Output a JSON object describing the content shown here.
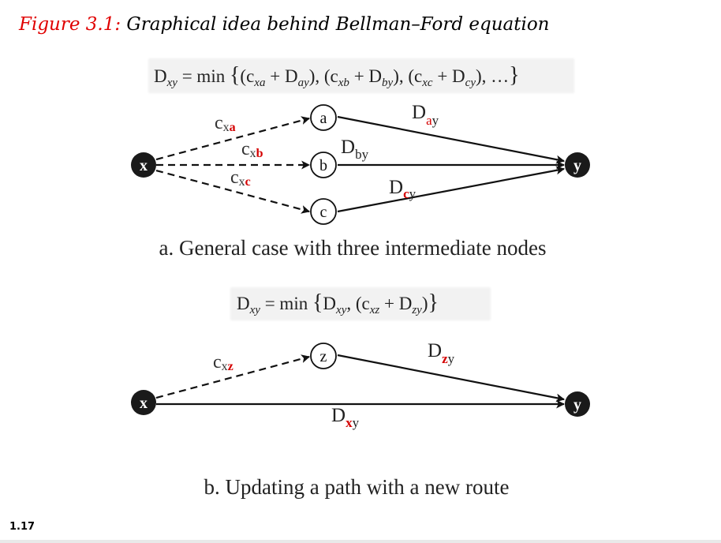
{
  "title": {
    "figure_label": "Figure 3.1:",
    "text": " Graphical idea behind Bellman–Ford equation"
  },
  "slide_number": "1.17",
  "diagram_a": {
    "equation": {
      "D": "D",
      "D_sub": "xy",
      "eq_min": " = min ",
      "t1_c_sub": "xa",
      "t1_D_sub": "ay",
      "t2_c_sub": "xb",
      "t2_D_sub": "by",
      "t3_c_sub": "xc",
      "t3_D_sub": "cy",
      "ellipsis": "…"
    },
    "source": "x",
    "target": "y",
    "nodes": [
      "a",
      "b",
      "c"
    ],
    "edge_labels": {
      "cxa_main": "c",
      "cxa_x": "x",
      "cxa_r": "a",
      "cxb_main": "c",
      "cxb_x": "x",
      "cxb_r": "b",
      "cxc_main": "c",
      "cxc_x": "x",
      "cxc_r": "c",
      "day_main": "D",
      "day_r": "a",
      "day_y": "y",
      "dby_main": "D",
      "dby_r": "b",
      "dby_y": "y",
      "dcy_main": "D",
      "dcy_r": "c",
      "dcy_y": "y"
    },
    "caption": "a. General case with three intermediate nodes"
  },
  "diagram_b": {
    "equation": {
      "D": "D",
      "D_sub": "xy",
      "eq_min": " = min ",
      "t1_D_sub": "xy",
      "t2_c_sub": "xz",
      "t2_D_sub": "zy"
    },
    "source": "x",
    "target": "y",
    "node": "z",
    "edge_labels": {
      "cxz_main": "c",
      "cxz_x": "x",
      "cxz_r": "z",
      "dzy_main": "D",
      "dzy_r": "z",
      "dzy_y": "y",
      "dxy_main": "D",
      "dxy_r": "x",
      "dxy_y": "y"
    },
    "caption": "b. Updating a path with a new route"
  },
  "colors": {
    "accent_red": "#d40000",
    "title_red": "#e00000",
    "node_fill": "#1a1a1a",
    "equation_bg": "#f4f4f4"
  }
}
